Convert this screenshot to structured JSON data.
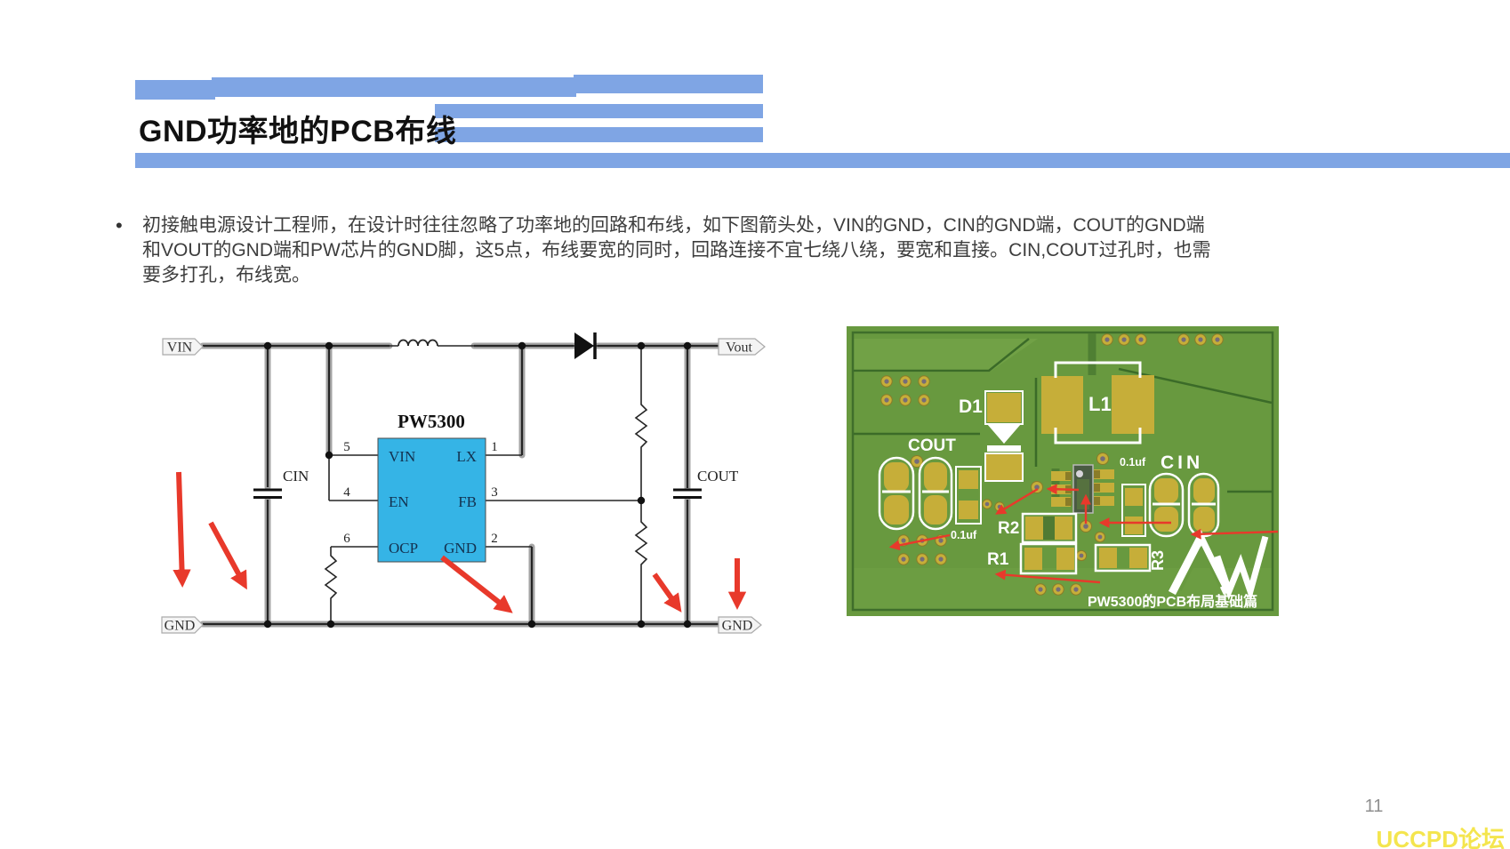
{
  "slide": {
    "title": "GND功率地的PCB布线",
    "page_number": "11",
    "watermark": "UCCPD论坛"
  },
  "bullet": {
    "marker": "•",
    "lines": [
      "初接触电源设计工程师，在设计时往往忽略了功率地的回路和布线，如下图箭头处，VIN的GND，CIN的GND端，COUT的GND端",
      "和VOUT的GND端和PW芯片的GND脚，这5点，布线要宽的同时，回路连接不宜七绕八绕，要宽和直接。CIN,COUT过孔时，也需",
      "要多打孔，布线宽。"
    ]
  },
  "schematic": {
    "chip_name": "PW5300",
    "net_vin": "VIN",
    "net_vout": "Vout",
    "net_gnd_left": "GND",
    "net_gnd_right": "GND",
    "cap_cin": "CIN",
    "cap_cout": "COUT",
    "pins": {
      "p5": {
        "num": "5",
        "label": "VIN"
      },
      "p4": {
        "num": "4",
        "label": "EN"
      },
      "p6": {
        "num": "6",
        "label": "OCP"
      },
      "p1": {
        "num": "1",
        "label": "LX"
      },
      "p3": {
        "num": "3",
        "label": "FB"
      },
      "p2": {
        "num": "2",
        "label": "GND"
      }
    }
  },
  "pcb": {
    "label_d1": "D1",
    "label_l1": "L1",
    "label_cout": "COUT",
    "label_cin": "CIN",
    "label_cap_left": "0.1uf",
    "label_cap_right": "0.1uf",
    "label_r1": "R1",
    "label_r2": "R2",
    "label_r3": "R3",
    "caption": "PW5300的PCB布局基础篇"
  },
  "colors": {
    "accent_bar_blue": "#7fa5e4",
    "chip_body_blue": "#35b4e6",
    "arrow_red": "#e8392b",
    "pcb_green": "#68993f",
    "pad_yellow": "#c6ae39",
    "watermark_yellow": "#f4e54e"
  }
}
